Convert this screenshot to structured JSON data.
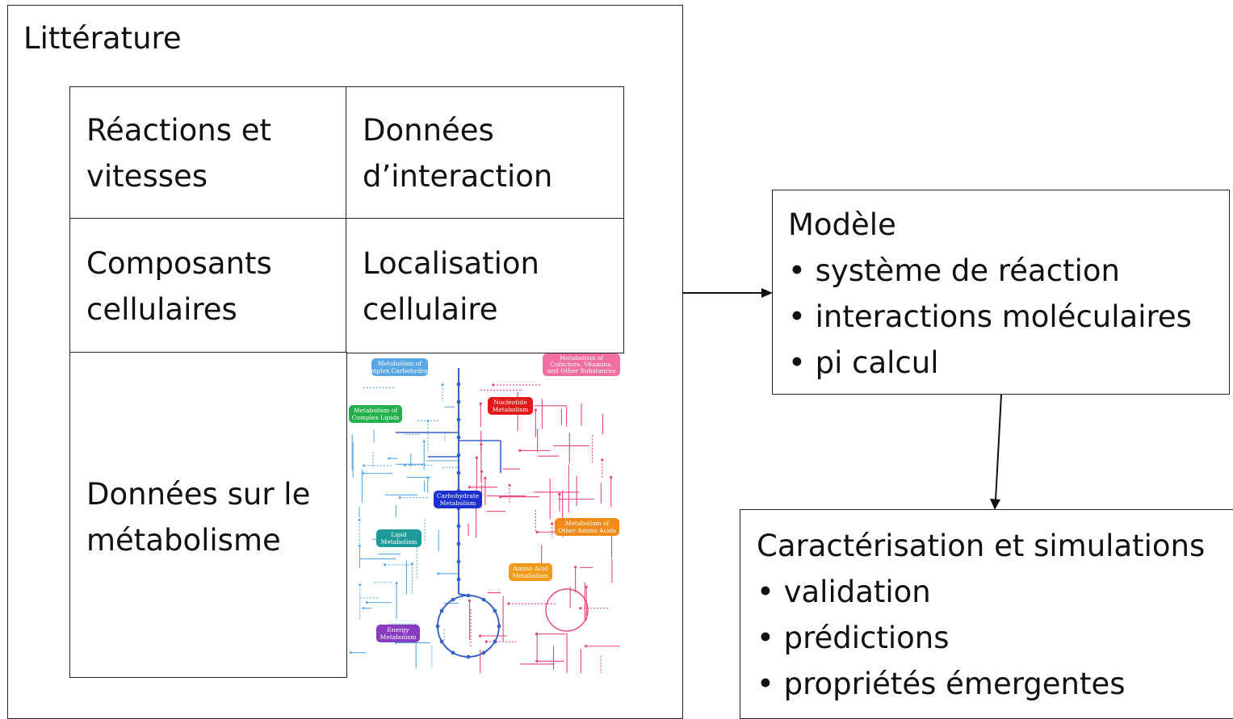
{
  "literature": {
    "title": "Littérature",
    "cells": {
      "reactions": [
        "Réactions et",
        "vitesses"
      ],
      "interactions": [
        "Données",
        "d’interaction"
      ],
      "composants": [
        "Composants",
        "cellulaires"
      ],
      "localisation": [
        "Localisation",
        "cellulaire"
      ],
      "metabolisme": [
        "Données sur le",
        "métabolisme"
      ]
    },
    "map_labels": {
      "complex_carbohydrates": [
        "Metabolism of",
        "Complex Carbohydrates"
      ],
      "cofactors": [
        "Metabolism of",
        "Cofactors, Vitamins,",
        "and Other Substances"
      ],
      "nucleotide": [
        "Nucleotide",
        "Metabolism"
      ],
      "complex_lipids": [
        "Metabolism of",
        "Complex Lipids"
      ],
      "carbohydrate": [
        "Carbohydrate",
        "Metabolism"
      ],
      "lipid": [
        "Lipid",
        "Metabolism"
      ],
      "other_amino": [
        "Metabolism of",
        "Other Amino Acids"
      ],
      "amino_acid": [
        "Amino Acid",
        "Metabolism"
      ],
      "energy": [
        "Energy",
        "Metabolism"
      ]
    }
  },
  "modele": {
    "title": "Modèle",
    "items": [
      "système de réaction",
      "interactions moléculaires",
      "pi calcul"
    ]
  },
  "caracterisation": {
    "title": "Caractérisation et simulations",
    "items": [
      "validation",
      "prédictions",
      "propriétés émergentes"
    ]
  },
  "colors": {
    "blue": "#3a62c6",
    "pink": "#e8437c",
    "lightblue": "#5aa7e8",
    "green": "#22b04a",
    "red": "#e21a1a",
    "teal": "#1f9a9a",
    "orange": "#f28a1a",
    "purple": "#8a3cc0",
    "navy": "#1c2fd0"
  }
}
